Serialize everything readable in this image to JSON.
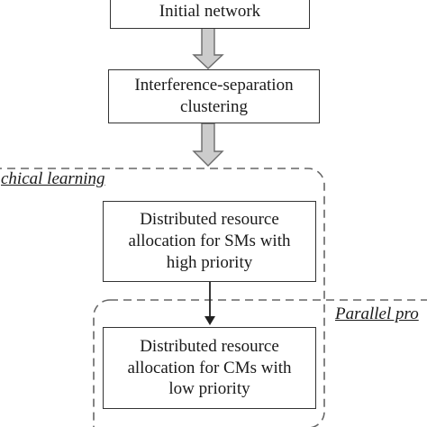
{
  "diagram": {
    "nodes": {
      "initial": "Initial network",
      "clustering": "Interference-separation\nclustering",
      "sm_allocation": "Distributed resource\nallocation for SMs with\nhigh priority",
      "cm_allocation": "Distributed resource\nallocation for CMs with\nlow priority"
    },
    "groups": {
      "hierarchical": "chical learning",
      "parallel": "Parallel pro"
    },
    "edges": [
      {
        "from": "initial",
        "to": "clustering",
        "style": "block-arrow"
      },
      {
        "from": "clustering",
        "to": "hierarchical",
        "style": "block-arrow"
      },
      {
        "from": "sm_allocation",
        "to": "cm_allocation",
        "style": "line-arrow"
      }
    ],
    "colors": {
      "box_border": "#333333",
      "block_arrow_fill": "#cccccc",
      "block_arrow_stroke": "#6b6b6b",
      "dashed_border": "#666666"
    }
  }
}
